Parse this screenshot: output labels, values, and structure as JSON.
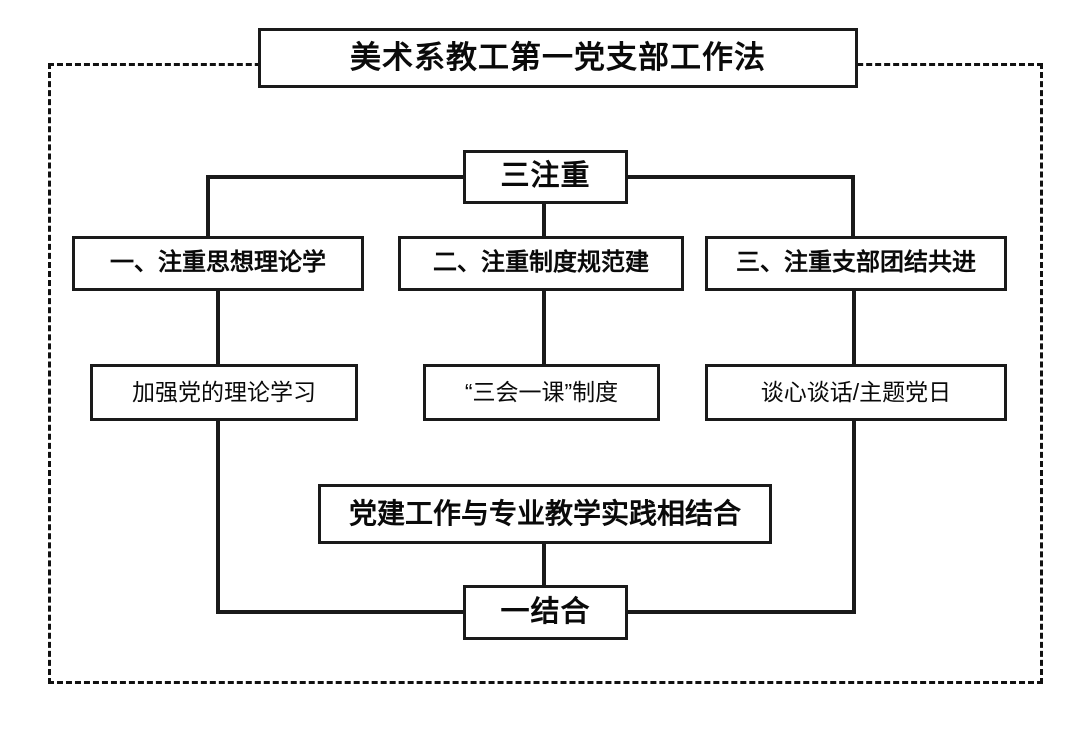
{
  "diagram": {
    "title": "美术系教工第一党支部工作法",
    "frame_style": "dashed",
    "accent_color": "#1a1a1a",
    "background_color": "#ffffff",
    "levels": {
      "pillar_label": "三注重",
      "combine_label": "一结合"
    },
    "focuses": [
      {
        "id": "focus-1",
        "label": "一、注重思想理论学",
        "practice": "加强党的理论学习"
      },
      {
        "id": "focus-2",
        "label": "二、注重制度规范建",
        "practice": "“三会一课”制度"
      },
      {
        "id": "focus-3",
        "label": "三、注重支部团结共进",
        "practice": "谈心谈话/主题党日"
      }
    ],
    "combine_detail": "党建工作与专业教学实践相结合"
  }
}
